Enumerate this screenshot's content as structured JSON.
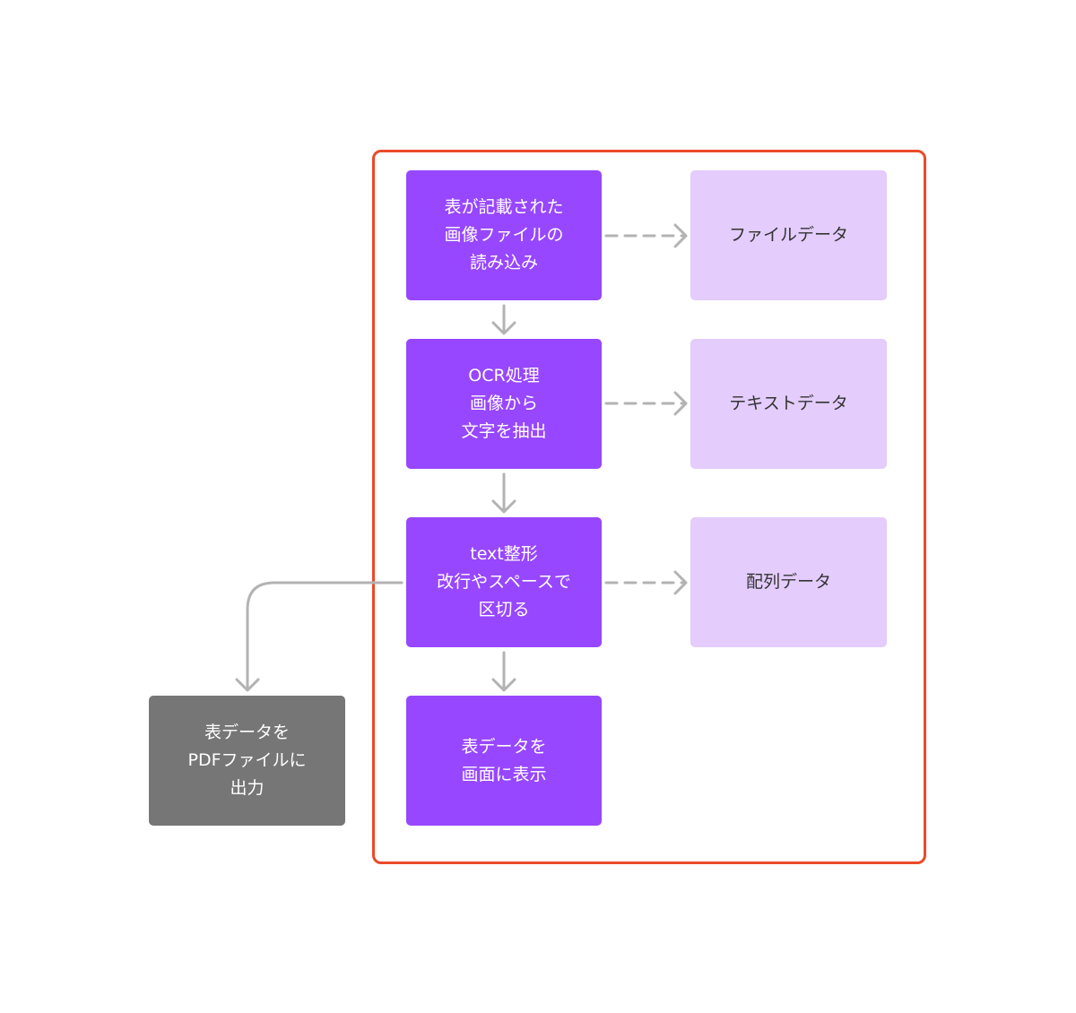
{
  "process_steps": [
    {
      "lines": [
        "表が記載された",
        "画像ファイルの",
        "読み込み"
      ]
    },
    {
      "lines": [
        "OCR処理",
        "画像から",
        "文字を抽出"
      ]
    },
    {
      "lines": [
        "text整形",
        "改行やスペースで",
        "区切る"
      ]
    },
    {
      "lines": [
        "表データを",
        "画面に表示"
      ]
    }
  ],
  "data_outputs": [
    {
      "label": "ファイルデータ"
    },
    {
      "label": "テキストデータ"
    },
    {
      "label": "配列データ"
    }
  ],
  "external_output": {
    "lines": [
      "表データを",
      "PDFファイルに",
      "出力"
    ]
  },
  "colors": {
    "process": "#9747ff",
    "data_output": "#e4ccfc",
    "external": "#767676",
    "frame": "#ea4a2a",
    "connector": "#b3b3b3"
  }
}
